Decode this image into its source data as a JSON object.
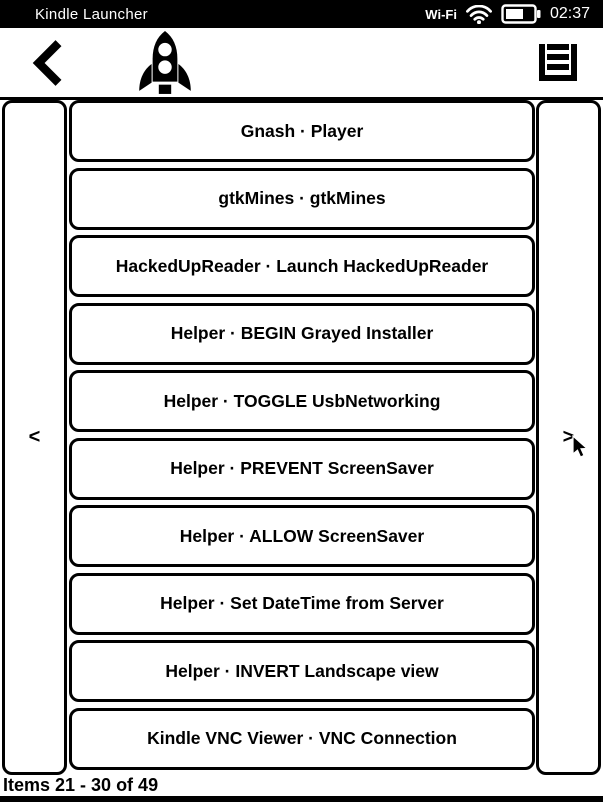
{
  "status_bar": {
    "title": "Kindle Launcher",
    "wifi_label": "Wi-Fi",
    "time": "02:37",
    "battery_fill_width": 17
  },
  "launcher": {
    "items": [
      "Gnash · Player",
      "gtkMines · gtkMines",
      "HackedUpReader · Launch HackedUpReader",
      "Helper · BEGIN Grayed Installer",
      "Helper · TOGGLE UsbNetworking",
      "Helper · PREVENT ScreenSaver",
      "Helper · ALLOW ScreenSaver",
      "Helper · Set DateTime from Server",
      "Helper · INVERT Landscape view",
      "Kindle VNC Viewer · VNC Connection"
    ]
  },
  "pagination": {
    "prev": "<",
    "next": ">",
    "range_status": "Items 21 - 30 of 49"
  },
  "icons": {
    "logo": "rocket-icon",
    "back": "back-chevron-icon",
    "menu": "list-menu-icon",
    "wifi": "wifi-icon",
    "battery": "battery-icon",
    "pointer": "mouse-cursor-icon"
  },
  "colors": {
    "ink": "#000000",
    "paper": "#ffffff"
  }
}
